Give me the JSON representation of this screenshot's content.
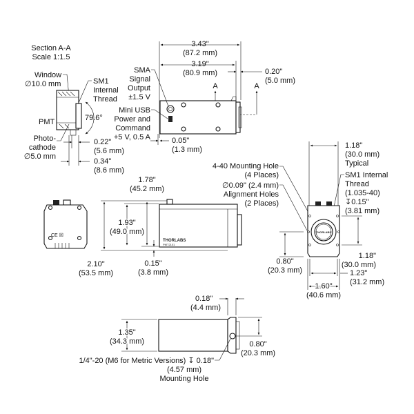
{
  "drawing": {
    "section_view": {
      "title": "Section A-A",
      "scale": "Scale 1:1.5",
      "window_label": "Window",
      "window_dia": "∅10.0 mm",
      "sm1_l1": "SM1",
      "sm1_l2": "Internal",
      "sm1_l3": "Thread",
      "pmt": "PMT",
      "angle": "79.6°",
      "photo_l1": "Photo-",
      "photo_l2": "cathode",
      "photo_dia": "∅5.0 mm",
      "dim_a_in": "0.22\"",
      "dim_a_mm": "(5.6 mm)",
      "dim_b_in": "0.34\"",
      "dim_b_mm": "(8.6 mm)"
    },
    "top_view": {
      "len_in": "3.43\"",
      "len_mm": "(87.2 mm)",
      "inner_in": "3.19\"",
      "inner_mm": "(80.9 mm)",
      "offset_in": "0.20\"",
      "offset_mm": "(5.0 mm)",
      "section_mark": "A",
      "sma_l1": "SMA",
      "sma_l2": "Signal",
      "sma_l3": "Output",
      "sma_l4": "±1.5 V",
      "usb_l1": "Mini USB",
      "usb_l2": "Power and",
      "usb_l3": "Command",
      "usb_l4": "+5 V, 0.5 A",
      "edge_in": "0.05\"",
      "edge_mm": "(1.3 mm)"
    },
    "side_view": {
      "h1_in": "1.78\"",
      "h1_mm": "(45.2 mm)",
      "h2_in": "1.93\"",
      "h2_mm": "(49.0 mm)",
      "h3_in": "2.10\"",
      "h3_mm": "(53.5 mm)",
      "h4_in": "0.15\"",
      "h4_mm": "(3.8 mm)",
      "brand": "THORLABS",
      "model": "PMT2101",
      "ce_mark": "CE ☒"
    },
    "front_view": {
      "w_in": "1.18\"",
      "w_mm": "(30.0 mm)",
      "w_note": "Typical",
      "mount_l1": "4-40 Mounting Hole",
      "mount_l2": "(4 Places)",
      "align_l1": "∅0.09\" (2.4 mm)",
      "align_l2": "Alignment Holes",
      "align_l3": "(2 Places)",
      "sm1_l1": "SM1 Internal",
      "sm1_l2": "Thread",
      "sm1_l3": "(1.035-40)",
      "sm1_l4": "↧0.15\"",
      "sm1_l5": "(3.81 mm)",
      "hole_v_in": "1.18\"",
      "hole_v_mm": "(30.0 mm)",
      "hole_h_in": "1.23\"",
      "hole_h_mm": "(31.2 mm)",
      "center_in": "0.80\"",
      "center_mm": "(20.3 mm)",
      "width_in": "1.60\"",
      "width_mm": "(40.6 mm)",
      "lens_label": "THORLABS"
    },
    "bottom_view": {
      "flange_in": "0.18\"",
      "flange_mm": "(4.4 mm)",
      "h_in": "1.35\"",
      "h_mm": "(34.3 mm)",
      "center_in": "0.80\"",
      "center_mm": "(20.3 mm)",
      "hole_l1": "1/4\"-20 (M6 for Metric Versions) ↧ 0.18\"",
      "hole_l2": "(4.57 mm)",
      "hole_l3": "Mounting Hole"
    }
  }
}
